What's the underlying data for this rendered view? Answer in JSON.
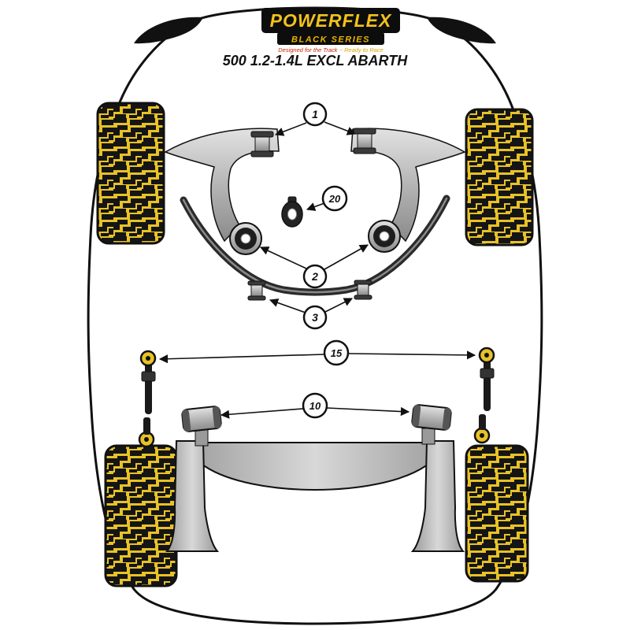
{
  "header": {
    "brand": "POWERFLEX",
    "series": "BLACK SERIES",
    "tagline_left": "Designed for the Track",
    "tagline_right": "~ Ready to Race",
    "title": "500 1.2-1.4L EXCL ABARTH"
  },
  "callouts": [
    {
      "label": "1"
    },
    {
      "label": "20"
    },
    {
      "label": "2"
    },
    {
      "label": "3"
    },
    {
      "label": "15"
    },
    {
      "label": "10"
    }
  ],
  "colors": {
    "tire_yellow": "#e8c227",
    "brand_yellow": "#f2c21c",
    "series_gold": "#e8b400",
    "tagline_red": "#cc2200",
    "outline": "#111111"
  }
}
